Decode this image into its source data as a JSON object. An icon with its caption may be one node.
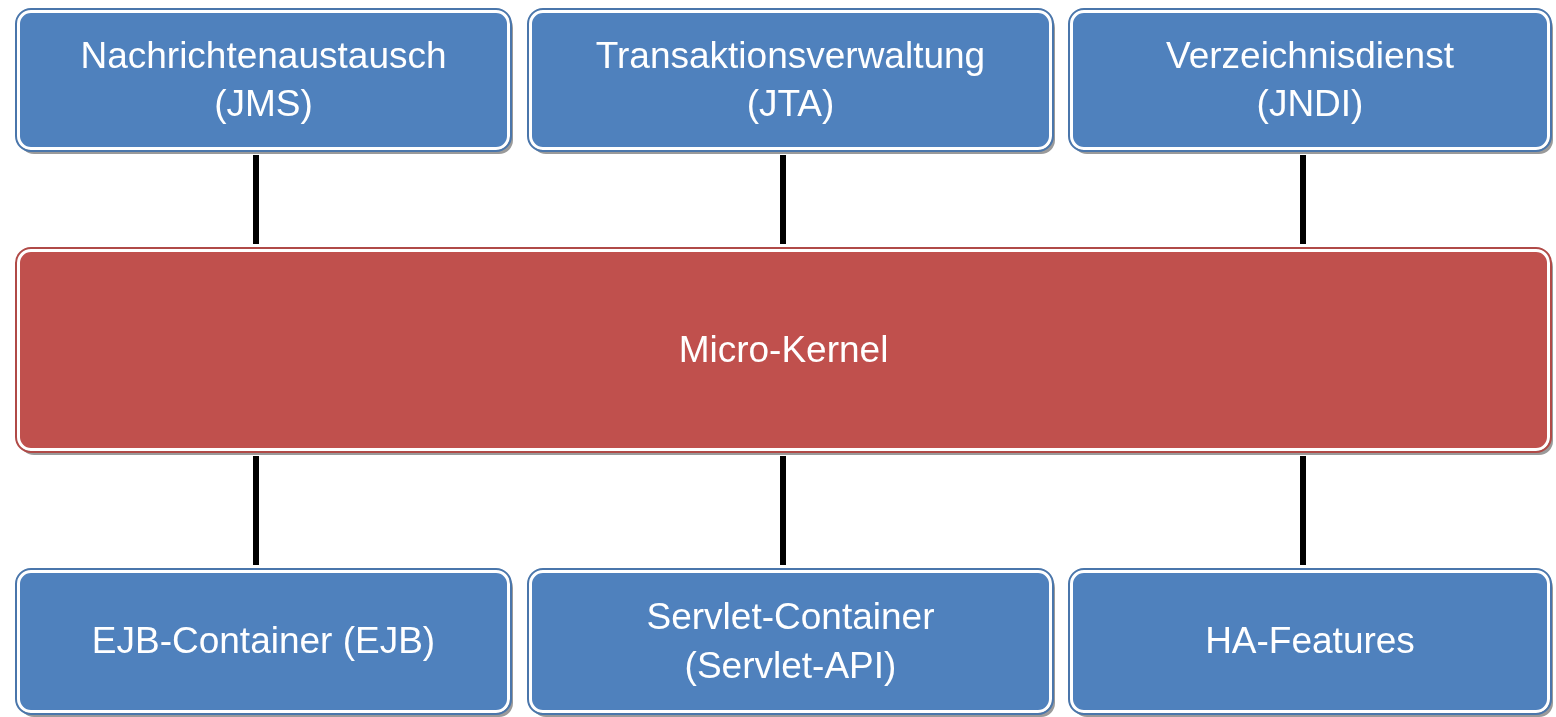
{
  "diagram": {
    "nodes": [
      {
        "text": [
          "Nachrichtenaustausch (JMS)"
        ]
      },
      {
        "text": [
          "Transaktionsverwaltung (JTA)"
        ]
      },
      {
        "text": [
          "Verzeichnisdienst (JNDI)"
        ]
      },
      {
        "text": [
          "Micro-Kernel"
        ]
      },
      {
        "text": [
          "EJB-Container (EJB)"
        ]
      },
      {
        "text": [
          "Servlet-Container (Servlet-API)"
        ]
      },
      {
        "text": [
          "HA-Features"
        ]
      }
    ],
    "edges": [
      {
        "from": 0,
        "to": 3,
        "arrow": "none"
      },
      {
        "from": 1,
        "to": 3,
        "arrow": "none"
      },
      {
        "from": 2,
        "to": 3,
        "arrow": "none"
      },
      {
        "from": 3,
        "to": 4,
        "arrow": "none"
      },
      {
        "from": 3,
        "to": 5,
        "arrow": "none"
      },
      {
        "from": 3,
        "to": 6,
        "arrow": "none"
      }
    ]
  }
}
